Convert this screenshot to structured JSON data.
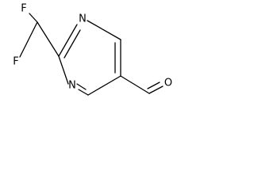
{
  "molecule": {
    "atoms": {
      "f1": "F",
      "f2": "F",
      "n1": "N",
      "n3": "N",
      "o": "O"
    }
  }
}
